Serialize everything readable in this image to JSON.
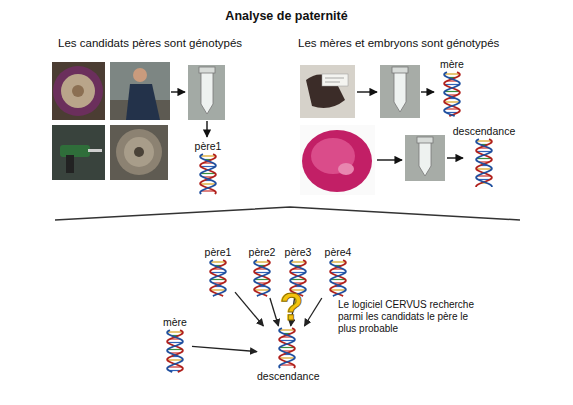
{
  "diagram": {
    "title": "Analyse de paternité",
    "nodes": [
      {
        "text": [
          "père1"
        ]
      },
      {
        "text": [
          "mère"
        ]
      },
      {
        "text": [
          "descendance"
        ]
      },
      {
        "text": [
          "père1"
        ]
      },
      {
        "text": [
          "père2"
        ]
      },
      {
        "text": [
          "père3"
        ]
      },
      {
        "text": [
          "père4"
        ]
      },
      {
        "text": [
          "mère"
        ]
      },
      {
        "text": [
          "descendance"
        ]
      }
    ],
    "edges": [
      {
        "from": 3,
        "to": 8,
        "arrow": "to"
      },
      {
        "from": 4,
        "to": 8,
        "arrow": "to"
      },
      {
        "from": 5,
        "to": 8,
        "arrow": "to"
      },
      {
        "from": 6,
        "to": 8,
        "arrow": "to"
      },
      {
        "from": 7,
        "to": 8,
        "arrow": "to"
      }
    ],
    "labels": [
      "Les candidats pères sont génotypés",
      "Les mères et embryons sont génotypés",
      "?",
      "Le logiciel CERVUS recherche parmi les candidats le père le plus probable"
    ]
  }
}
